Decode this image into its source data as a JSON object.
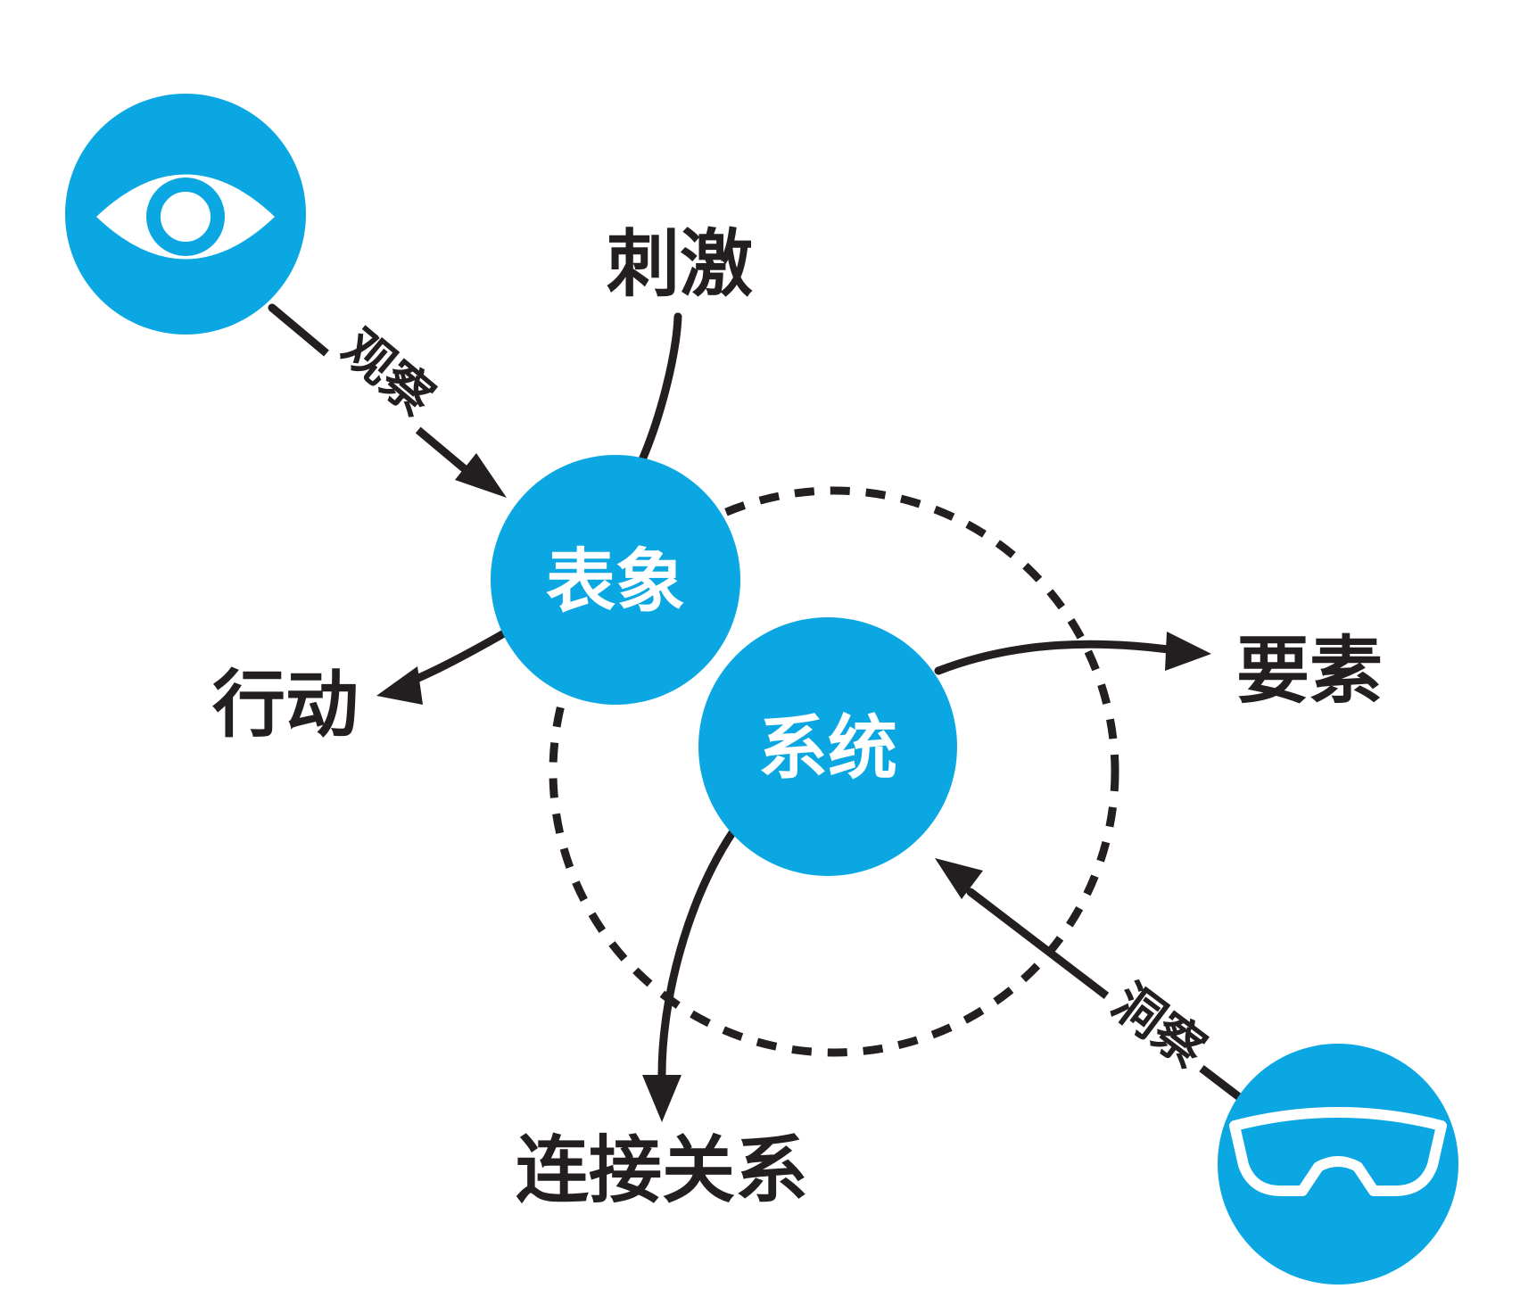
{
  "colors": {
    "node_fill": "#0ba7e2",
    "ink": "#231f20",
    "background": "#ffffff"
  },
  "nodes": {
    "observer_icon": "eye-icon",
    "insight_icon": "goggles-icon",
    "appearance": "表象",
    "system": "系统"
  },
  "edges": {
    "observe": "观察",
    "insight": "洞察"
  },
  "labels": {
    "stimulus": "刺激",
    "action": "行动",
    "elements": "要素",
    "relations": "连接关系"
  }
}
